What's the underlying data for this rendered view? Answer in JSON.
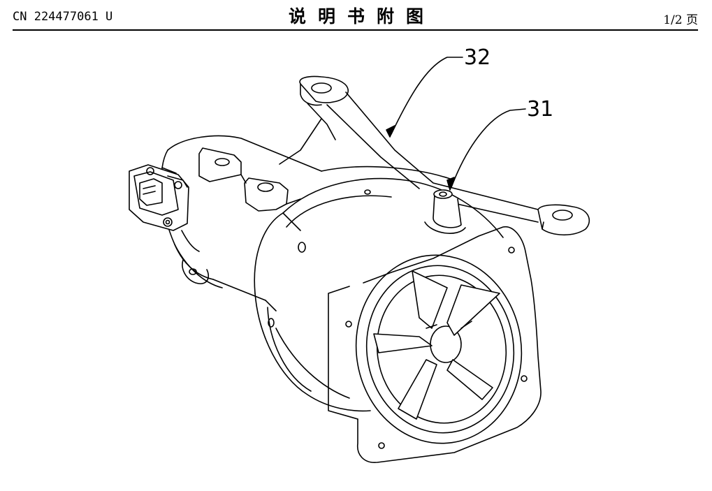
{
  "header": {
    "patent_number": "CN 224477061 U",
    "title": "说明书附图",
    "page": "1/2 页"
  },
  "figure": {
    "references": [
      {
        "id": "32"
      },
      {
        "id": "31"
      }
    ]
  }
}
